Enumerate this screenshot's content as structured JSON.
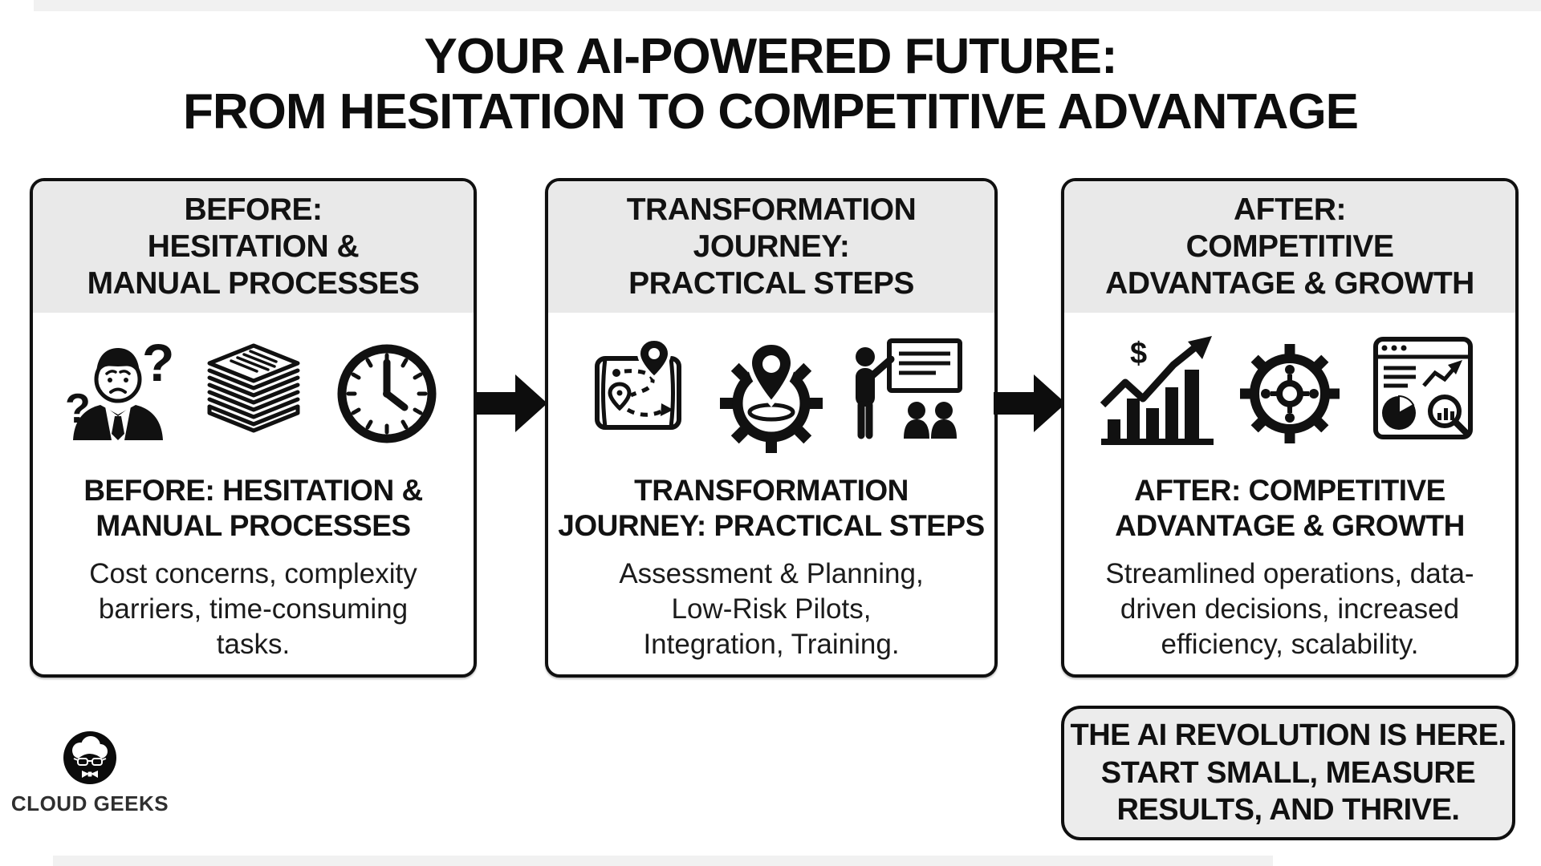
{
  "title": {
    "line1": "YOUR AI-POWERED FUTURE:",
    "line2": "FROM HESITATION TO COMPETITIVE ADVANTAGE"
  },
  "panels": [
    {
      "id": "before",
      "header": "BEFORE:\nHESITATION &\nMANUAL PROCESSES",
      "icons": [
        "confused-person-icon",
        "paper-stack-icon",
        "clock-icon"
      ],
      "subtitle": "BEFORE: HESITATION &\nMANUAL PROCESSES",
      "body": "Cost concerns, complexity\nbarriers, time-consuming\ntasks."
    },
    {
      "id": "journey",
      "header": "TRANSFORMATION\nJOURNEY:\nPRACTICAL STEPS",
      "icons": [
        "roadmap-icon",
        "gear-pin-icon",
        "training-presentation-icon"
      ],
      "subtitle": "TRANSFORMATION\nJOURNEY: PRACTICAL STEPS",
      "body": "Assessment & Planning,\nLow-Risk Pilots,\nIntegration, Training."
    },
    {
      "id": "after",
      "header": "AFTER:\nCOMPETITIVE\nADVANTAGE & GROWTH",
      "icons": [
        "growth-chart-icon",
        "gears-icon",
        "analytics-dashboard-icon"
      ],
      "subtitle": "AFTER: COMPETITIVE\nADVANTAGE & GROWTH",
      "body": "Streamlined operations, data-\ndriven decisions, increased\nefficiency, scalability."
    }
  ],
  "connectors": [
    "arrow-right-icon",
    "arrow-right-icon"
  ],
  "callout": {
    "text": "THE AI REVOLUTION IS HERE.\nSTART SMALL, MEASURE\nRESULTS, AND THRIVE."
  },
  "logo": {
    "label": "CLOUD GEEKS",
    "icon": "cloud-geek-face-icon"
  },
  "colors": {
    "background": "#ffffff",
    "ink": "#111111",
    "panel_border": "#101010",
    "panel_header_bg": "#e9e9e9",
    "callout_bg": "#ececec",
    "logo_text": "#2f2f2f"
  }
}
